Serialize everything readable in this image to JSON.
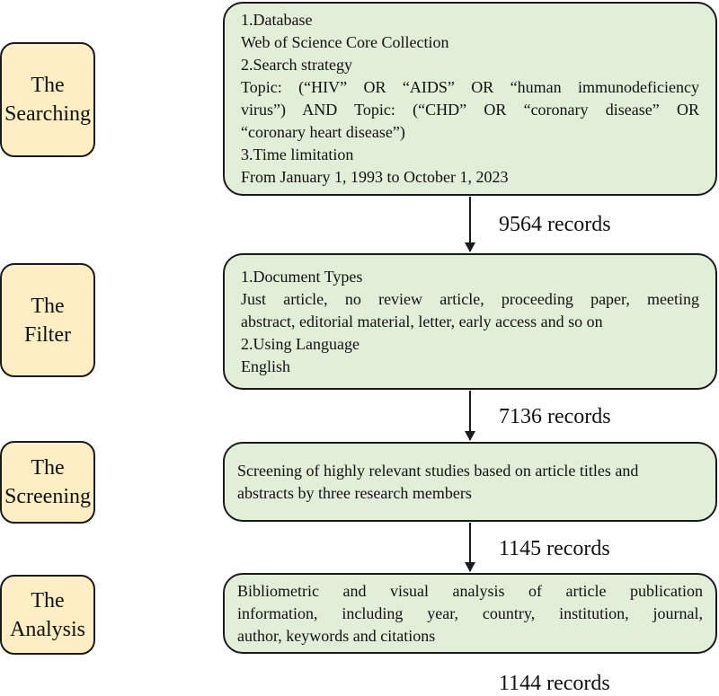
{
  "stages": [
    {
      "line1": "The",
      "line2": "Searching"
    },
    {
      "line1": "The",
      "line2": "Filter"
    },
    {
      "line1": "The",
      "line2": "Screening"
    },
    {
      "line1": "The",
      "line2": "Analysis"
    }
  ],
  "boxes": {
    "searching": [
      "1.Database",
      "Web of Science Core Collection",
      "2.Search strategy",
      "Topic: (“HIV” OR “AIDS” OR “human immunodeficiency",
      "virus”) AND Topic: (“CHD” OR “coronary disease” OR",
      "“coronary heart disease”)",
      "3.Time limitation",
      "From January 1, 1993 to October 1, 2023"
    ],
    "filter": [
      "1.Document Types",
      "Just article, no review article, proceeding paper, meeting",
      "abstract, editorial material, letter, early access and so on",
      "2.Using Language",
      "English"
    ],
    "screening": [
      "Screening of highly relevant studies based on article titles and",
      "abstracts by three research members"
    ],
    "analysis": [
      "Bibliometric and visual analysis of article publication",
      "information, including year, country, institution, journal,",
      "author, keywords and citations"
    ]
  },
  "counts": [
    "9564 records",
    "7136 records",
    "1145 records",
    "1144 records"
  ]
}
